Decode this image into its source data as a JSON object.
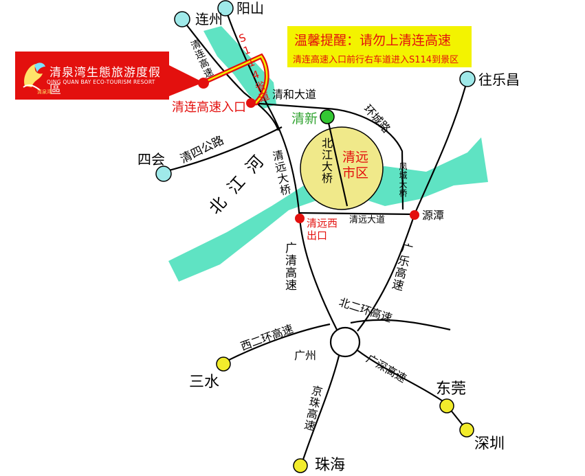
{
  "notice": {
    "title": "温馨提醒：请勿上清连高速",
    "detail": "清连高速入口前行右车道进入S114到景区"
  },
  "logo": {
    "brand": "清泉湾生態旅游度假區",
    "sub": "QING QUAN BAY ECO-TOURISM RESORT",
    "mini": "清泉湾"
  },
  "cities": {
    "lianzhou": "连州",
    "yangshan": "阳山",
    "wangle": "往乐昌",
    "sihui": "四会",
    "qingxin": "清新",
    "yuantan": "源潭",
    "sanshui": "三水",
    "guangzhou": "广州",
    "dongguan": "东莞",
    "shenzhen": "深圳",
    "zhuhai": "珠海"
  },
  "downtown": "清远市区",
  "rivers": {
    "beijiang": "北江河"
  },
  "roads": {
    "qinglian_highway": "清连高速",
    "s114": "S114省道",
    "qinghe_avenue": "清和大道",
    "ring_road": "环城路",
    "qingsi_road": "清四公路",
    "qingyuan_bridge": "清远大桥",
    "beijiang_bridge": "北江大桥",
    "fengcheng_bridge": "凤城大桥",
    "qingyuan_avenue": "清远大道",
    "guangqing_highway": "广清高速",
    "guangle_highway": "广乐高速",
    "north_second_ring": "北二环高速",
    "west_second_ring": "西二环高速",
    "guangshen_highway": "广深高速",
    "jingzhu_highway": "京珠高速"
  },
  "exits": {
    "qinglian_entrance": "清连高速入口",
    "qingyuan_west_exit": "清远西出口"
  },
  "colors": {
    "river": "#5fe3c3",
    "node": "#9fe9e9",
    "highway_node": "#f2ec2c",
    "downtown": "#f0e98a",
    "exit_dot": "#e3100e",
    "qingxin_dot": "#33c733",
    "notice_bg": "#f3f300",
    "logo_bg": "#e3100e"
  }
}
